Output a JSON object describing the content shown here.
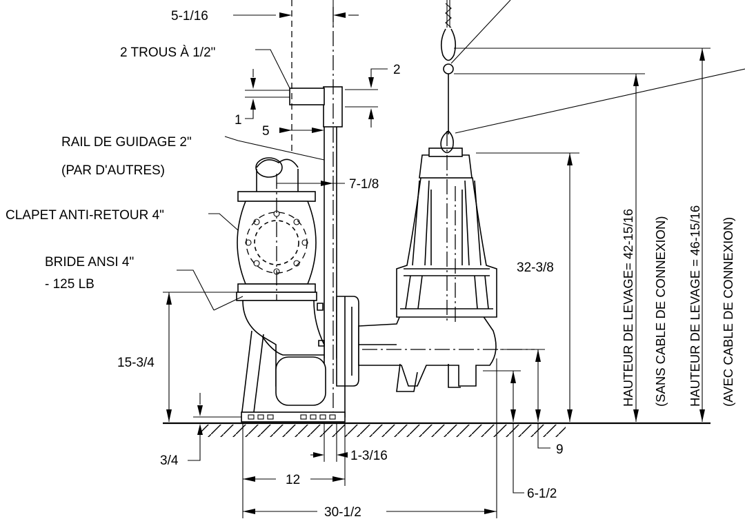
{
  "labels": {
    "top_offset": "5-1/16",
    "holes": "2 TROUS À  1/2\"",
    "dim_2": "2",
    "dim_1": "1",
    "dim_5": "5",
    "rail_line1": "RAIL DE GUIDAGE 2\"",
    "rail_line2": "(PAR D'AUTRES)",
    "dim_7_1_8": "7-1/8",
    "check_valve": "CLAPET ANTI-RETOUR 4\"",
    "flange_line1": "BRIDE ANSI 4\"",
    "flange_line2": "- 125 LB",
    "dim_32_3_8": "32-3/8",
    "dim_15_3_4": "15-3/4",
    "dim_3_4": "3/4",
    "dim_1_3_16": "1-3/16",
    "dim_9": "9",
    "dim_12": "12",
    "dim_6_1_2": "6-1/2",
    "dim_30_1_2": "30-1/2",
    "lift_without_1": "HAUTEUR DE LEVAGE= 42-15/16",
    "lift_without_2": "(SANS CABLE DE CONNEXION)",
    "lift_with_1": "HAUTEUR DE LEVAGE = 46-15/16",
    "lift_with_2": "(AVEC CABLE DE CONNEXION)"
  }
}
